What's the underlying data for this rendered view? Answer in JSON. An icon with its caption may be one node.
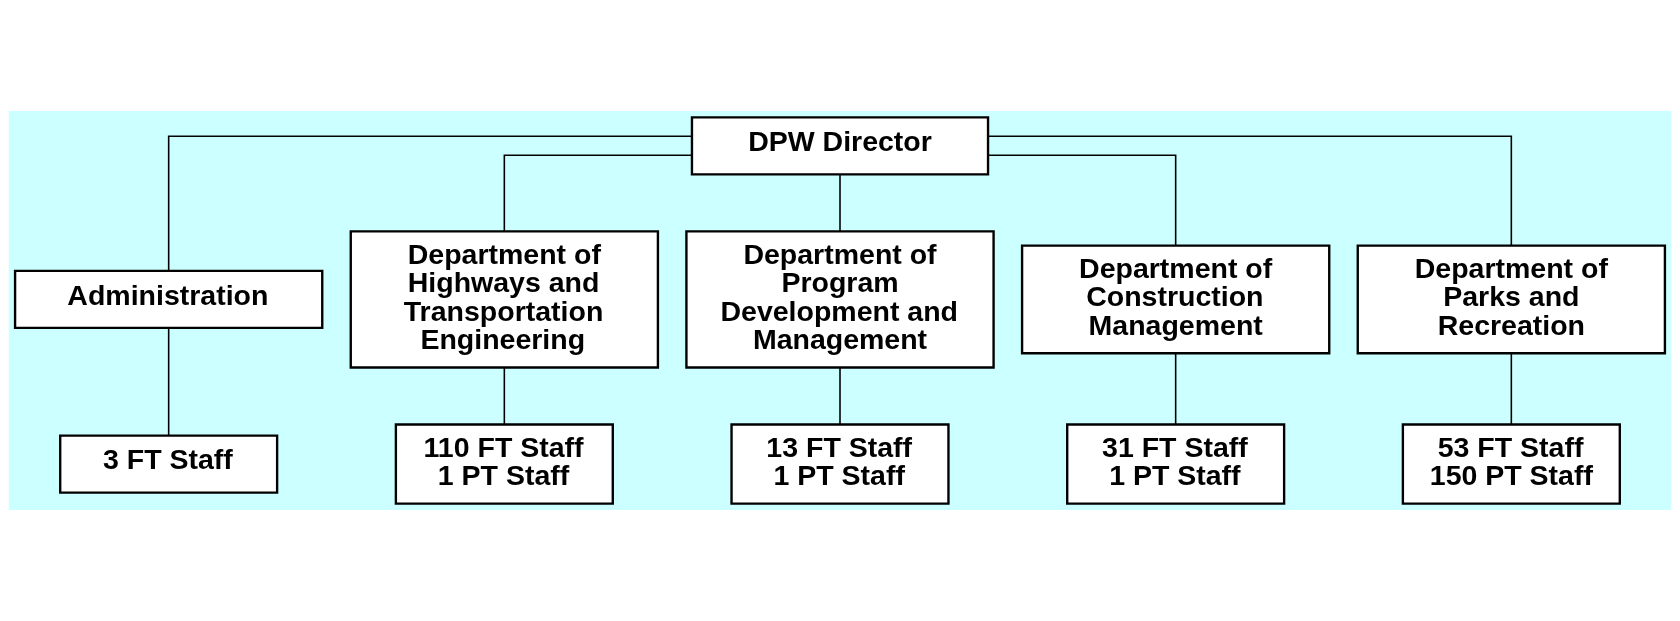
{
  "diagram": {
    "nodes": [
      {
        "text": [
          "DPW Director"
        ]
      },
      {
        "text": [
          "Administration"
        ]
      },
      {
        "text": [
          "Department of Highways and Transportation Engineering"
        ]
      },
      {
        "text": [
          "Department of Program Development and Management"
        ]
      },
      {
        "text": [
          "Department of Construction Management"
        ]
      },
      {
        "text": [
          "Department of Parks and Recreation"
        ]
      },
      {
        "text": [
          "3 FT Staff"
        ]
      },
      {
        "text": [
          "110 FT Staff",
          "1 PT Staff"
        ]
      },
      {
        "text": [
          "13 FT Staff",
          "1 PT Staff"
        ]
      },
      {
        "text": [
          "31 FT Staff",
          "1 PT Staff"
        ]
      },
      {
        "text": [
          "53 FT Staff",
          "150 PT Staff"
        ]
      }
    ],
    "edges": [
      {
        "from": 0,
        "to": 1,
        "arrow": "none"
      },
      {
        "from": 0,
        "to": 2,
        "arrow": "none"
      },
      {
        "from": 0,
        "to": 3,
        "arrow": "none"
      },
      {
        "from": 0,
        "to": 4,
        "arrow": "none"
      },
      {
        "from": 0,
        "to": 5,
        "arrow": "none"
      },
      {
        "from": 1,
        "to": 6,
        "arrow": "none"
      },
      {
        "from": 2,
        "to": 7,
        "arrow": "none"
      },
      {
        "from": 3,
        "to": 8,
        "arrow": "none"
      },
      {
        "from": 4,
        "to": 9,
        "arrow": "none"
      },
      {
        "from": 5,
        "to": 10,
        "arrow": "none"
      }
    ]
  }
}
